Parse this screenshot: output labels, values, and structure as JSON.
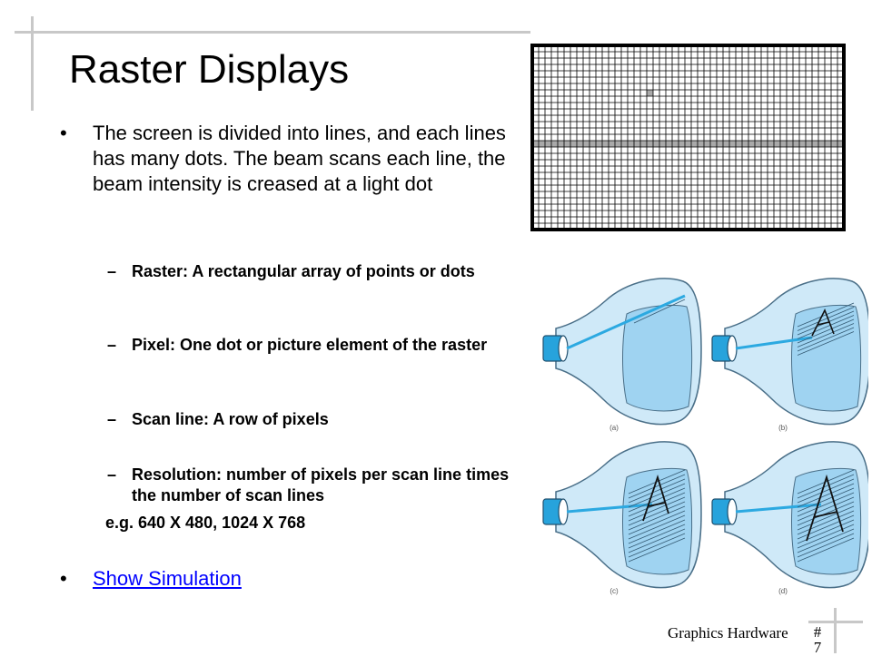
{
  "slide": {
    "title": "Raster Displays",
    "bullets": [
      {
        "marker": "•",
        "text": "The screen is divided into lines, and each lines has many dots. The beam scans each line, the beam intensity is creased at a light dot"
      },
      {
        "marker": "•",
        "text": "Show Simulation"
      }
    ],
    "sub_items": [
      {
        "marker": "–",
        "text": "Raster: A rectangular array of points or dots"
      },
      {
        "marker": "–",
        "text": "Pixel: One dot or picture element of the  raster"
      },
      {
        "marker": "–",
        "text": "Scan line: A row of pixels"
      },
      {
        "marker": "–",
        "text": "Resolution: number of pixels per scan line times the number of scan lines"
      }
    ],
    "example": "e.g. 640 X 480, 1024 X 768",
    "footer": {
      "text": "Graphics Hardware",
      "page": "# 7"
    }
  },
  "figures": {
    "crt": {
      "panels": [
        {
          "label": "(a)"
        },
        {
          "label": "(b)"
        },
        {
          "label": "(c)"
        },
        {
          "label": "(d)"
        }
      ]
    }
  },
  "colors": {
    "glass": "#cfe9f8",
    "glass_edge": "#4a6f88",
    "screen": "#9fd3f1",
    "beam": "#2ca9e1",
    "gun": "#27a3dc",
    "highlight_row": "#a9a9a9",
    "grid_line": "#000000"
  }
}
